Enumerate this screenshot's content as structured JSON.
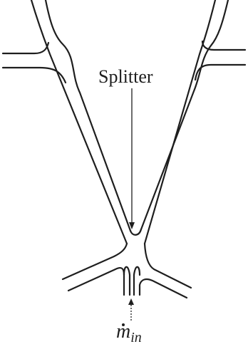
{
  "labels": {
    "splitter": "Splitter",
    "flow_symbol": "m",
    "flow_subscript": "in"
  }
}
